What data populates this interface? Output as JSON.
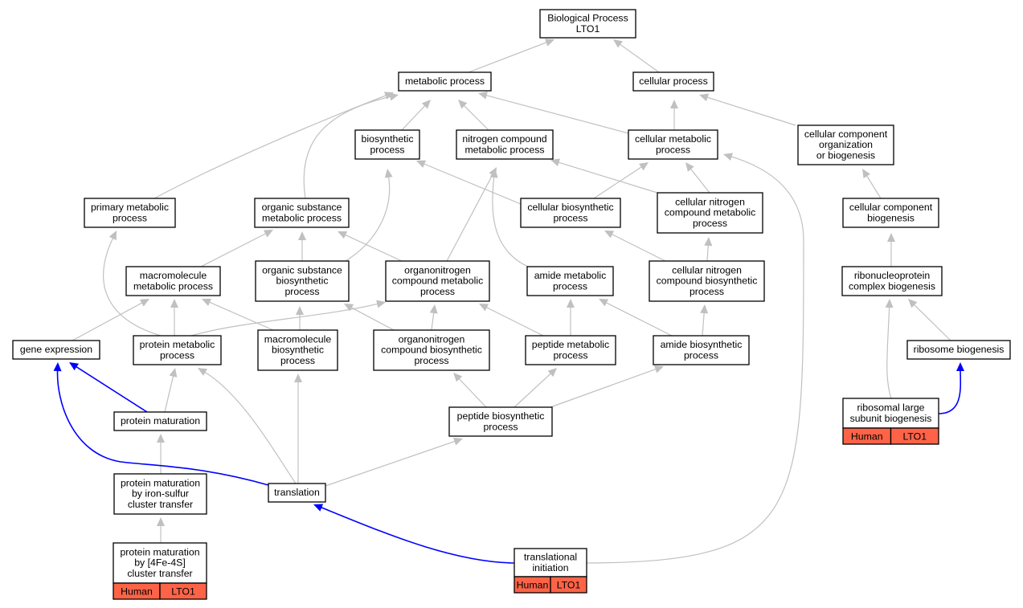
{
  "graph": {
    "colors": {
      "edge_default": "#c0c0c0",
      "edge_highlight": "#0000ff",
      "annotation_fill": "#ff6347"
    },
    "nodes": {
      "bp": {
        "lines": [
          "Biological Process",
          "LTO1"
        ]
      },
      "metab": {
        "lines": [
          "metabolic process"
        ]
      },
      "cellp": {
        "lines": [
          "cellular process"
        ]
      },
      "biosyn": {
        "lines": [
          "biosynthetic",
          "process"
        ]
      },
      "nitro": {
        "lines": [
          "nitrogen compound",
          "metabolic process"
        ]
      },
      "cellmet": {
        "lines": [
          "cellular metabolic",
          "process"
        ]
      },
      "ccob": {
        "lines": [
          "cellular component",
          "organization",
          "or biogenesis"
        ]
      },
      "primary": {
        "lines": [
          "primary metabolic",
          "process"
        ]
      },
      "orgsub": {
        "lines": [
          "organic substance",
          "metabolic process"
        ]
      },
      "cellbio": {
        "lines": [
          "cellular biosynthetic",
          "process"
        ]
      },
      "cellnitro": {
        "lines": [
          "cellular nitrogen",
          "compound metabolic",
          "process"
        ]
      },
      "ccbio": {
        "lines": [
          "cellular component",
          "biogenesis"
        ]
      },
      "macromet": {
        "lines": [
          "macromolecule",
          "metabolic process"
        ]
      },
      "orgsubbio": {
        "lines": [
          "organic substance",
          "biosynthetic",
          "process"
        ]
      },
      "orgnitro": {
        "lines": [
          "organonitrogen",
          "compound metabolic",
          "process"
        ]
      },
      "amidemet": {
        "lines": [
          "amide metabolic",
          "process"
        ]
      },
      "cellnitrobio": {
        "lines": [
          "cellular nitrogen",
          "compound biosynthetic",
          "process"
        ]
      },
      "rnpbio": {
        "lines": [
          "ribonucleoprotein",
          "complex biogenesis"
        ]
      },
      "geneexp": {
        "lines": [
          "gene expression"
        ]
      },
      "protmet": {
        "lines": [
          "protein metabolic",
          "process"
        ]
      },
      "macrobio": {
        "lines": [
          "macromolecule",
          "biosynthetic",
          "process"
        ]
      },
      "orgnitrobio": {
        "lines": [
          "organonitrogen",
          "compound biosynthetic",
          "process"
        ]
      },
      "peptmet": {
        "lines": [
          "peptide metabolic",
          "process"
        ]
      },
      "amidebio": {
        "lines": [
          "amide biosynthetic",
          "process"
        ]
      },
      "ribobio": {
        "lines": [
          "ribosome biogenesis"
        ]
      },
      "protmat": {
        "lines": [
          "protein maturation"
        ]
      },
      "peptbio": {
        "lines": [
          "peptide biosynthetic",
          "process"
        ]
      },
      "riblarge": {
        "lines": [
          "ribosomal large",
          "subunit biogenesis"
        ],
        "annotations": [
          "Human",
          "LTO1"
        ]
      },
      "protmatfes": {
        "lines": [
          "protein maturation",
          "by iron-sulfur",
          "cluster transfer"
        ]
      },
      "transl": {
        "lines": [
          "translation"
        ]
      },
      "protmat4fe": {
        "lines": [
          "protein maturation",
          "by [4Fe-4S]",
          "cluster transfer"
        ],
        "annotations": [
          "Human",
          "LTO1"
        ]
      },
      "transinit": {
        "lines": [
          "translational",
          "initiation"
        ],
        "annotations": [
          "Human",
          "LTO1"
        ]
      }
    }
  }
}
